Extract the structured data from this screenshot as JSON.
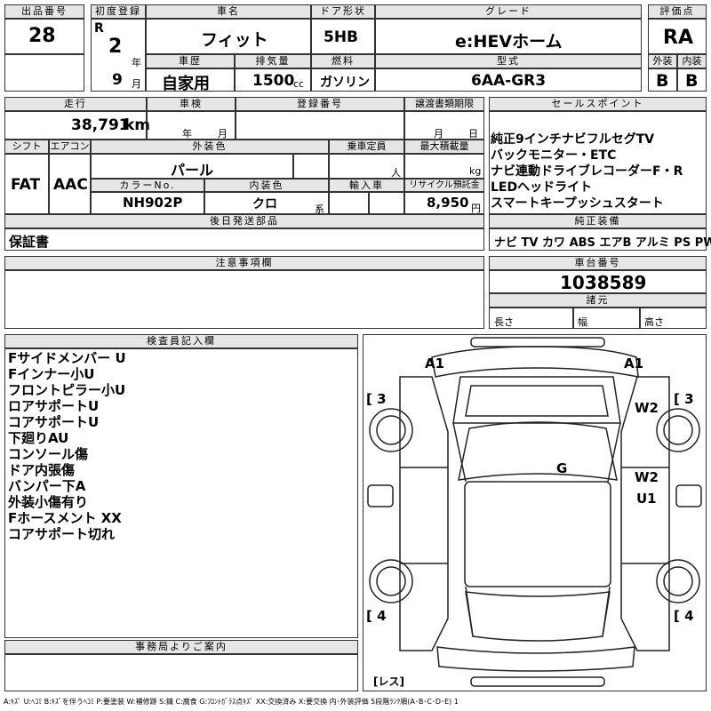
{
  "header": {
    "lot_no_label": "出品番号",
    "lot_no": "28",
    "first_reg_label": "初度登録",
    "era": "R",
    "year_num": "2",
    "year_unit": "年",
    "month_num": "9",
    "month_unit": "月",
    "name_label": "車名",
    "name": "フィット",
    "door_label": "ドア形状",
    "door": "5HB",
    "grade_label": "グレード",
    "grade": "e:HEVホーム",
    "score_label": "評価点",
    "score": "RA",
    "history_label": "車歴",
    "history": "自家用",
    "displacement_label": "排気量",
    "displacement": "1500",
    "displacement_unit": "cc",
    "fuel_label": "燃料",
    "fuel": "ガソリン",
    "model_label": "型式",
    "model": "6AA-GR3",
    "ext_label": "外装",
    "ext": "B",
    "int_label": "内装",
    "int": "B"
  },
  "details": {
    "mileage_label": "走行",
    "mileage": "38,791",
    "mileage_unit": "km",
    "inspection_label": "車検",
    "insp_year": "年",
    "insp_month": "月",
    "reg_no_label": "登録番号",
    "doc_due_label": "譲渡書類期限",
    "doc_month": "月",
    "doc_day": "日",
    "shift_label": "シフト",
    "shift": "FAT",
    "ac_label": "エアコン",
    "ac": "AAC",
    "ext_color_label": "外装色",
    "ext_color": "パール",
    "capacity_label": "乗車定員",
    "capacity_unit": "人",
    "load_label": "最大積載量",
    "load_unit": "kg",
    "color_no_label": "カラーNo.",
    "color_no": "NH902P",
    "int_color_label": "内装色",
    "int_color": "クロ",
    "int_color_unit": "系",
    "import_label": "輸入車",
    "recycle_label": "リサイクル預託金",
    "recycle": "8,950",
    "recycle_unit": "円",
    "later_parts_label": "後日発送部品",
    "later_parts": "保証書"
  },
  "sales": {
    "label": "セールスポイント",
    "points": [
      "純正9インチナビフルセグTV",
      "バックモニター・ETC",
      "ナビ連動ドライブレコーダーF・R",
      "LEDヘッドライト",
      "スマートキープッシュスタート"
    ],
    "equip_label": "純正装備",
    "equip": [
      "ナビ",
      "TV",
      "カワ",
      "ABS",
      "エアB",
      "アルミ",
      "PS",
      "PW"
    ]
  },
  "notes": {
    "label": "注意事項欄"
  },
  "chassis": {
    "label": "車台番号",
    "number": "1038589",
    "spec_label": "諸元",
    "length_label": "長さ",
    "width_label": "幅",
    "height_label": "高さ"
  },
  "inspector": {
    "label": "検査員記入欄",
    "lines": [
      "Fサイドメンバー U",
      "Fインナー小U",
      "フロントピラー小U",
      "ロアサポートU",
      "コアサポートU",
      "下廻りAU",
      "コンソール傷",
      "ドア内張傷",
      "バンパー下A",
      "外装小傷有り",
      "Fホースメント XX",
      "コアサポート切れ"
    ]
  },
  "office": {
    "label": "事務局よりご案内"
  },
  "diagram": {
    "marks": {
      "a1_left": "A1",
      "a1_right": "A1",
      "w2_top": "W2",
      "g": "G",
      "w2_side": "W2",
      "u1": "U1",
      "br3_left": "[ 3",
      "br3_right": "[ 3",
      "br4_left": "[ 4",
      "br4_right": "[ 4",
      "less": "[レス]"
    }
  },
  "legend": "A:ｷｽﾞ U:ﾍｺﾐ B:ｷｽﾞを伴うﾍｺﾐ P:要塗装 W:補修跡 S:錆 C:腐食 G:ﾌﾛﾝﾄｶﾞﾗｽ点ｷｽﾞ XX:交換済み X:要交換  内･外装評価 5段階ﾗﾝｸ順(A･B･C･D･E) 1"
}
